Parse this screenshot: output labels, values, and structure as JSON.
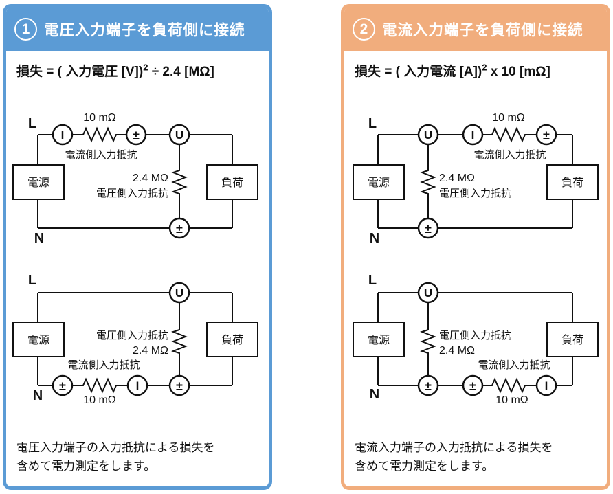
{
  "panels": [
    {
      "number": "1",
      "title": "電圧入力端子を負荷側に接続",
      "accent_color": "#5B9BD5",
      "formula": {
        "prefix": "損失 = ( 入力電圧 [V])",
        "sup": "2",
        "suffix": " ÷ 2.4 [MΩ]"
      },
      "note": {
        "line1": "電圧入力端子の入力抵抗による損失を",
        "line2": "含めて電力測定をします。"
      },
      "diagram": {
        "line_l": "L",
        "line_n": "N",
        "source": "電源",
        "load": "負荷",
        "terminal_u": "U",
        "terminal_i": "I",
        "terminal_pm": "±",
        "r_current_value": "10 mΩ",
        "r_current_label": "電流側入力抵抗",
        "r_voltage_value": "2.4 MΩ",
        "r_voltage_label": "電圧側入力抵抗"
      }
    },
    {
      "number": "2",
      "title": "電流入力端子を負荷側に接続",
      "accent_color": "#F1AD7D",
      "formula": {
        "prefix": "損失 = ( 入力電流 [A])",
        "sup": "2",
        "suffix": " x 10 [mΩ]"
      },
      "note": {
        "line1": "電流入力端子の入力抵抗による損失を",
        "line2": "含めて電力測定をします。"
      },
      "diagram": {
        "line_l": "L",
        "line_n": "N",
        "source": "電源",
        "load": "負荷",
        "terminal_u": "U",
        "terminal_i": "I",
        "terminal_pm": "±",
        "r_current_value": "10 mΩ",
        "r_current_label": "電流側入力抵抗",
        "r_voltage_value": "2.4 MΩ",
        "r_voltage_label": "電圧側入力抵抗"
      }
    }
  ]
}
